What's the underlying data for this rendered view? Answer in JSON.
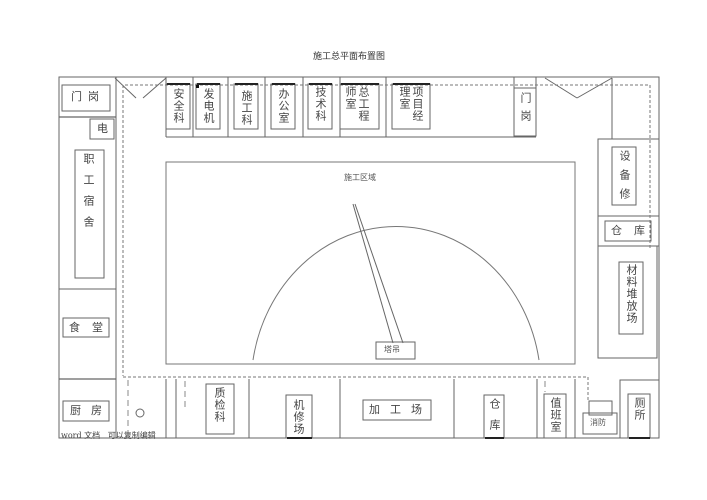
{
  "title": "施工总平面布置图",
  "top_row": {
    "gate_left": "门岗",
    "safety": "安全科",
    "generator": "发电机",
    "construction": "施工科",
    "office": "办公室",
    "tech": "技术科",
    "chief_engineer": "总工程师室",
    "pm_office": "项目经理室",
    "gate_right": "门岗"
  },
  "left_column": {
    "electric": "电",
    "dorm": "职工宿舍",
    "canteen": "食堂",
    "kitchen": "厨房"
  },
  "right_column": {
    "equipment_repair": "设备修",
    "warehouse": "仓库",
    "material_yard": "材料堆放场"
  },
  "center": {
    "area_label": "施工区域",
    "crane_label": "塔吊"
  },
  "bottom_row": {
    "quality": "质检科",
    "machine_repair": "机修场",
    "processing": "加工场",
    "warehouse": "仓库",
    "duty_room": "值班室",
    "fire": "消防",
    "toilet": "厕所"
  },
  "footer": "word 文档   可以复制编辑",
  "colors": {
    "line": "#555555",
    "dash": "#777777",
    "background": "#ffffff"
  }
}
